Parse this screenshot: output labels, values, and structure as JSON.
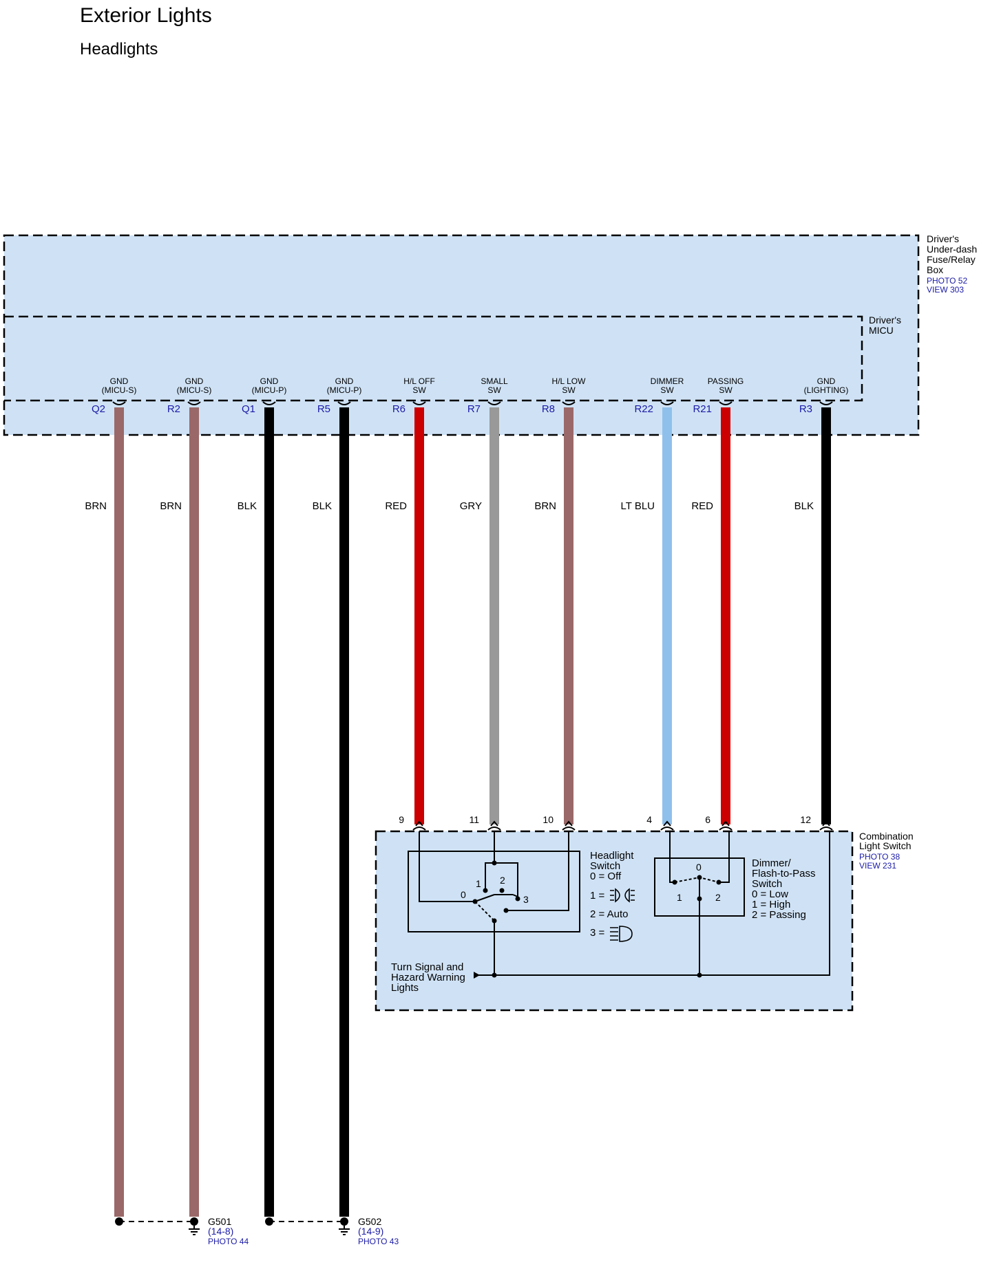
{
  "header": {
    "title": "Exterior Lights",
    "subtitle": "Headlights"
  },
  "colors": {
    "box_fill": "#cfe2f5",
    "BRN": "#9a6868",
    "BLK": "#000000",
    "RED": "#cc0000",
    "GRY": "#999999",
    "LT BLU": "#8fc0ec",
    "ref_blue": "#1a1aa8"
  },
  "fuse_box": {
    "name_lines": [
      "Driver's",
      "Under-dash",
      "Fuse/Relay",
      "Box"
    ],
    "ref_lines": [
      "PHOTO 52",
      "VIEW 303"
    ]
  },
  "micu": {
    "name_lines": [
      "Driver's",
      "MICU"
    ]
  },
  "wires": [
    {
      "pin": "Q2",
      "func": [
        "GND",
        "(MICU-S)"
      ],
      "color": "BRN"
    },
    {
      "pin": "R2",
      "func": [
        "GND",
        "(MICU-S)"
      ],
      "color": "BRN"
    },
    {
      "pin": "Q1",
      "func": [
        "GND",
        "(MICU-P)"
      ],
      "color": "BLK"
    },
    {
      "pin": "R5",
      "func": [
        "GND",
        "(MICU-P)"
      ],
      "color": "BLK"
    },
    {
      "pin": "R6",
      "func": [
        "H/L OFF",
        "SW"
      ],
      "color": "RED",
      "term": "9"
    },
    {
      "pin": "R7",
      "func": [
        "SMALL",
        "SW"
      ],
      "color": "GRY",
      "term": "11"
    },
    {
      "pin": "R8",
      "func": [
        "H/L LOW",
        "SW"
      ],
      "color": "BRN",
      "term": "10"
    },
    {
      "pin": "R22",
      "func": [
        "DIMMER",
        "SW"
      ],
      "color": "LT BLU",
      "term": "4"
    },
    {
      "pin": "R21",
      "func": [
        "PASSING",
        "SW"
      ],
      "color": "RED",
      "term": "6"
    },
    {
      "pin": "R3",
      "func": [
        "GND",
        "(LIGHTING)"
      ],
      "color": "BLK",
      "term": "12"
    }
  ],
  "combo_switch": {
    "name_lines": [
      "Combination",
      "Light Switch"
    ],
    "ref_lines": [
      "PHOTO 38",
      "VIEW 231"
    ],
    "headlight_switch": {
      "lines": [
        "Headlight",
        "Switch",
        "0 = Off"
      ],
      "pos1": "1 =",
      "pos2": "2 = Auto",
      "pos3": "3 =",
      "positions": [
        "0",
        "1",
        "2",
        "3"
      ]
    },
    "dimmer_switch": {
      "lines": [
        "Dimmer/",
        "Flash-to-Pass",
        "Switch",
        "0 = Low",
        "1 = High",
        "2 = Passing"
      ],
      "positions": [
        "0",
        "1",
        "2"
      ]
    },
    "turn_signal": [
      "Turn Signal and",
      "Hazard Warning",
      "Lights"
    ]
  },
  "grounds": [
    {
      "name": "G501",
      "ref": "(14-8)",
      "photo": "PHOTO 44"
    },
    {
      "name": "G502",
      "ref": "(14-9)",
      "photo": "PHOTO 43"
    }
  ]
}
